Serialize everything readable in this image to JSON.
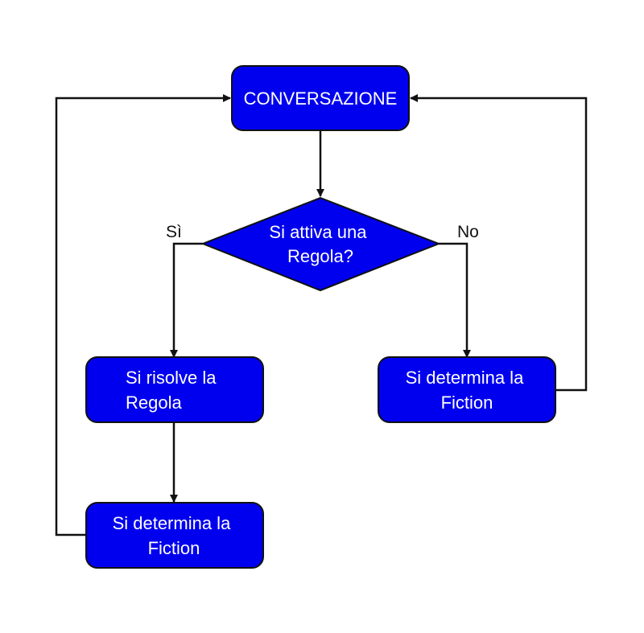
{
  "colors": {
    "node_fill": "#0000ee",
    "node_stroke": "#111111",
    "edge": "#111111",
    "text": "#ffffff"
  },
  "nodes": {
    "conversazione": {
      "lines": [
        "CONVERSAZIONE"
      ]
    },
    "decision": {
      "lines": [
        "Si attiva una",
        "Regola?"
      ]
    },
    "risolve": {
      "lines": [
        "Si risolve la",
        "Regola"
      ]
    },
    "fiction_right": {
      "lines": [
        "Si determina la",
        "Fiction"
      ]
    },
    "fiction_bottom": {
      "lines": [
        "Si determina la",
        "Fiction"
      ]
    }
  },
  "edge_labels": {
    "yes": "Sì",
    "no": "No"
  }
}
